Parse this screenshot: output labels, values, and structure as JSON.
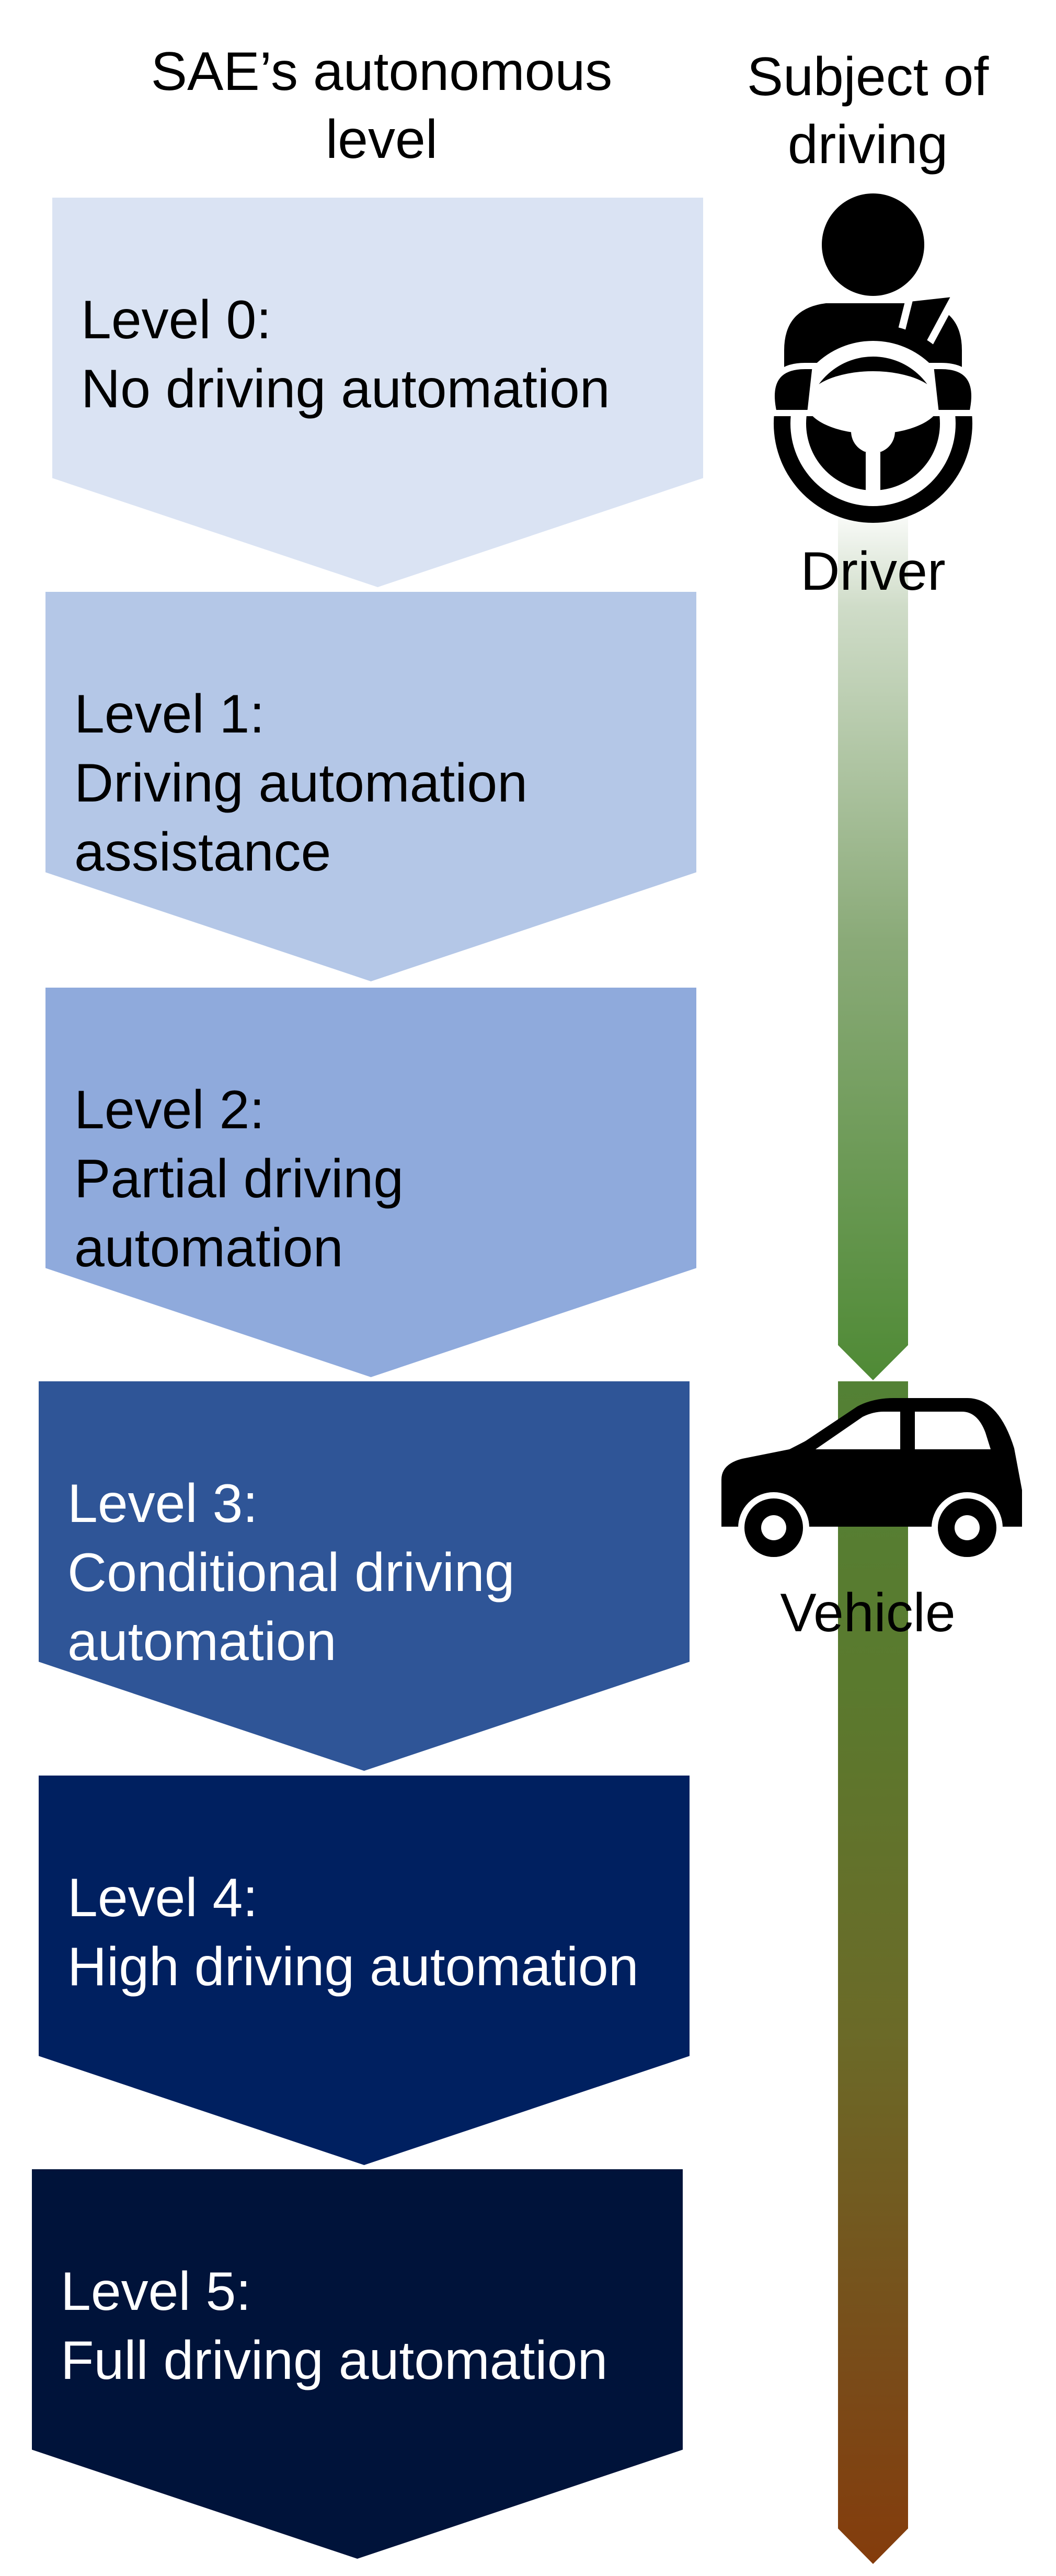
{
  "headers": {
    "levels_line1": "SAE’s autonomous",
    "levels_line2": "level",
    "subject_line1": "Subject of",
    "subject_line2": "driving"
  },
  "levels": [
    {
      "title": "Level 0:",
      "lines": [
        "No driving automation"
      ]
    },
    {
      "title": "Level 1:",
      "lines": [
        "Driving automation",
        "assistance"
      ]
    },
    {
      "title": "Level 2:",
      "lines": [
        "Partial driving",
        "automation"
      ]
    },
    {
      "title": "Level 3:",
      "lines": [
        "Conditional driving",
        "automation"
      ]
    },
    {
      "title": "Level 4:",
      "lines": [
        "High driving automation"
      ]
    },
    {
      "title": "Level 5:",
      "lines": [
        "Full driving automation"
      ]
    }
  ],
  "subjects": {
    "driver_label": "Driver",
    "vehicle_label": "Vehicle",
    "driver_icon": "driver-steering-wheel-icon",
    "vehicle_icon": "car-icon"
  },
  "colors": {
    "level_0": "#dae3f3",
    "level_1": "#b4c7e7",
    "level_2": "#8faadc",
    "level_3": "#2f5597",
    "level_4": "#002060",
    "level_5": "#00133a",
    "driver_bar_end": "#4f8a35",
    "vehicle_bar_end": "#843c0c"
  }
}
